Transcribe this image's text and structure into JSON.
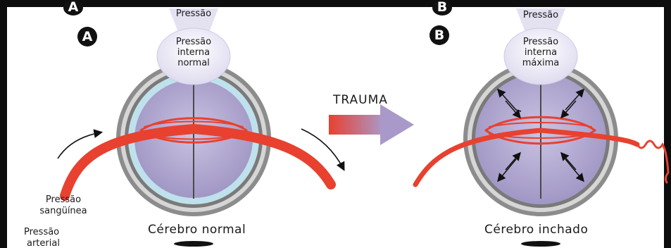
{
  "diagram": {
    "panel_a": {
      "letter_top": "A",
      "letter": "A",
      "top_label": "Pressão",
      "inner_label": "Pressão interna normal",
      "caption": "Cérebro normal",
      "blood_label": "Pressão sangüínea",
      "extra_label_1": "Pressão",
      "extra_label_2": "arterial"
    },
    "arrow_label": "TRAUMA",
    "panel_b": {
      "letter_top": "B",
      "letter": "B",
      "top_label": "Pressão",
      "inner_label": "Pressão interna máxima",
      "caption": "Cérebro inchado"
    }
  },
  "colors": {
    "background": "#0d0d0d",
    "brain_fill": "#b7aed4",
    "vessel": "#e8412f",
    "skull_ring": "#9a9a9a",
    "csf_ring": "#bfe1ec",
    "arrow_start": "#e8412f",
    "arrow_end": "#a999c9"
  }
}
